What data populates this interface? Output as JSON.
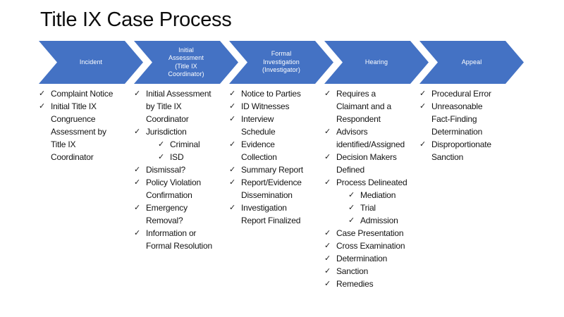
{
  "slide": {
    "title": "Title IX Case Process",
    "background_color": "#ffffff",
    "text_color": "#141414",
    "accent_color": "#4472C4",
    "check_glyph": "✓"
  },
  "process": {
    "steps": [
      {
        "label": "Incident",
        "items": [
          {
            "level": 1,
            "text": "Complaint Notice"
          },
          {
            "level": 1,
            "text": "Initial Title IX\nCongruence\nAssessment by\nTitle IX\nCoordinator"
          }
        ]
      },
      {
        "label": "Initial\nAssessment\n(Title IX\nCoordinator)",
        "items": [
          {
            "level": 1,
            "text": "Initial Assessment\nby Title IX\nCoordinator"
          },
          {
            "level": 1,
            "text": "Jurisdiction"
          },
          {
            "level": 2,
            "text": "Criminal"
          },
          {
            "level": 2,
            "text": "ISD"
          },
          {
            "level": 1,
            "text": "Dismissal?"
          },
          {
            "level": 1,
            "text": "Policy Violation\nConfirmation"
          },
          {
            "level": 1,
            "text": "Emergency\nRemoval?"
          },
          {
            "level": 1,
            "text": "Information or\nFormal Resolution"
          }
        ]
      },
      {
        "label": "Formal\nInvestigation\n(Investigator)",
        "items": [
          {
            "level": 1,
            "text": "Notice to Parties"
          },
          {
            "level": 1,
            "text": "ID Witnesses"
          },
          {
            "level": 1,
            "text": "Interview\nSchedule"
          },
          {
            "level": 1,
            "text": "Evidence\nCollection"
          },
          {
            "level": 1,
            "text": "Summary Report"
          },
          {
            "level": 1,
            "text": "Report/Evidence\nDissemination"
          },
          {
            "level": 1,
            "text": "Investigation\nReport Finalized"
          }
        ]
      },
      {
        "label": "Hearing",
        "items": [
          {
            "level": 1,
            "text": "Requires a\nClaimant and a\nRespondent"
          },
          {
            "level": 1,
            "text": "Advisors\nidentified/Assigned"
          },
          {
            "level": 1,
            "text": "Decision Makers\nDefined"
          },
          {
            "level": 1,
            "text": "Process Delineated"
          },
          {
            "level": 2,
            "text": "Mediation"
          },
          {
            "level": 2,
            "text": "Trial"
          },
          {
            "level": 2,
            "text": "Admission"
          },
          {
            "level": 1,
            "text": "Case Presentation"
          },
          {
            "level": 1,
            "text": "Cross Examination"
          },
          {
            "level": 1,
            "text": "Determination"
          },
          {
            "level": 1,
            "text": "Sanction"
          },
          {
            "level": 1,
            "text": "Remedies"
          }
        ]
      },
      {
        "label": "Appeal",
        "items": [
          {
            "level": 1,
            "text": "Procedural Error"
          },
          {
            "level": 1,
            "text": "Unreasonable\nFact-Finding\nDetermination"
          },
          {
            "level": 1,
            "text": "Disproportionate\nSanction"
          }
        ]
      }
    ]
  }
}
